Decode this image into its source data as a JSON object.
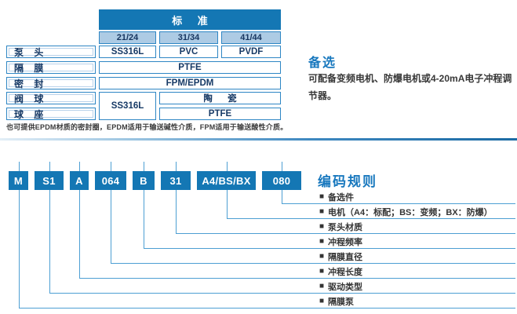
{
  "colors": {
    "primary_blue": "#1477b4",
    "light_blue": "#adcbe4",
    "border_blue": "#2e86c4",
    "navy_text": "#173a66",
    "heading_blue": "#1878be",
    "connector_blue": "#4d9fd3",
    "body_text": "#383838"
  },
  "spec_table": {
    "header": "标 准",
    "col_headers": [
      "21/24",
      "31/34",
      "41/44"
    ],
    "row_labels": [
      "泵 头",
      "隔 膜",
      "密 封",
      "阀 球",
      "球 座"
    ],
    "cells": {
      "pump_head": [
        "SS316L",
        "PVC",
        "PVDF"
      ],
      "diaphragm": "PTFE",
      "seal": "FPM/EPDM",
      "valve_ball_seat_col1": "SS316L",
      "valve_ball": "陶 瓷",
      "ball_seat": "PTFE"
    },
    "note": "也可提供EPDM材质的密封圈，EPDM适用于输送碱性介质，FPM适用于输送酸性介质。"
  },
  "optional_panel": {
    "title": "备选",
    "text": "可配备变频电机、防爆电机或4-20mA电子冲程调节器。"
  },
  "coding": {
    "heading": "编码规则",
    "bullet": "■",
    "codes": [
      "M",
      "S1",
      "A",
      "064",
      "B",
      "31",
      "A4/BS/BX",
      "080"
    ],
    "labels": [
      "备选件",
      "电机（A4：标配；BS：变频；BX：防爆）",
      "泵头材质",
      "冲程频率",
      "隔膜直径",
      "冲程长度",
      "驱动类型",
      "隔膜泵"
    ]
  }
}
